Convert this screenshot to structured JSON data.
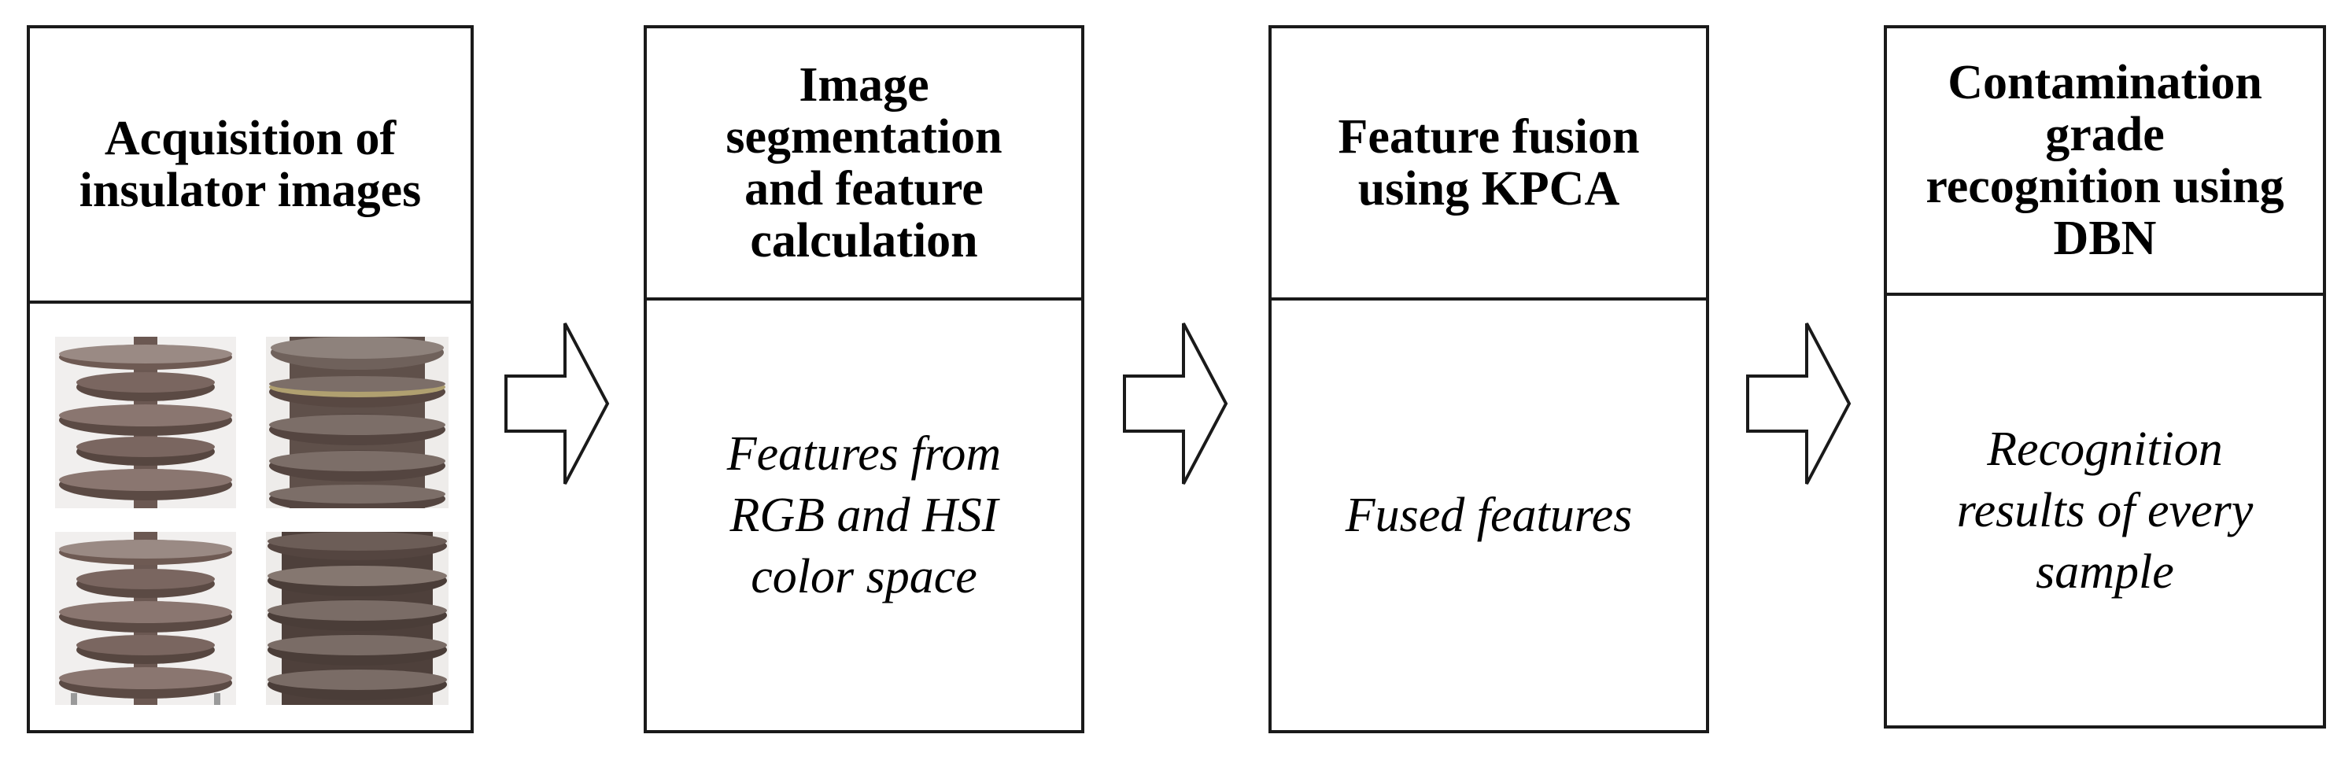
{
  "steps": [
    {
      "title_lines": [
        "Acquisition of",
        "insulator images"
      ],
      "body_lines": []
    },
    {
      "title_lines": [
        "Image",
        "segmentation",
        "and feature",
        "calculation"
      ],
      "body_lines": [
        "Features from",
        "RGB and HSI",
        "color space"
      ]
    },
    {
      "title_lines": [
        "Feature fusion",
        "using KPCA"
      ],
      "body_lines": [
        "Fused features"
      ]
    },
    {
      "title_lines": [
        "Contamination",
        "grade",
        "recognition using",
        "DBN"
      ],
      "body_lines": [
        "Recognition",
        "results of every",
        "sample"
      ]
    }
  ],
  "colors": {
    "border": "#1a1a1a",
    "insulator_dark": "#5b4a44",
    "insulator_light": "#8a7670",
    "glaze_edge": "#9a8a84"
  }
}
